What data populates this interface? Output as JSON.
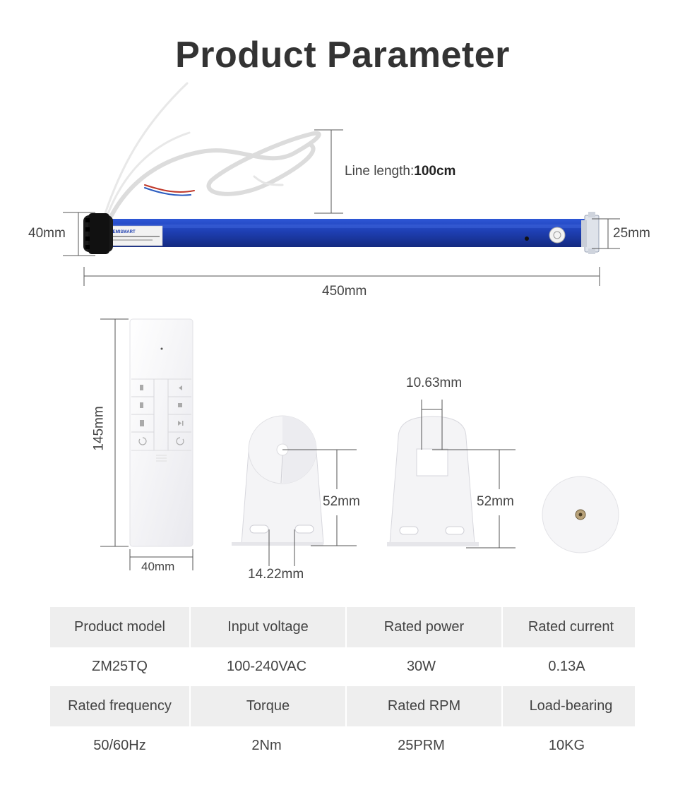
{
  "title": "Product Parameter",
  "dimensions": {
    "line_length_label": "Line length:",
    "line_length_value": "100cm",
    "motor_diameter": "40mm",
    "end_diameter": "25mm",
    "motor_length": "450mm",
    "remote_height": "145mm",
    "remote_width": "40mm",
    "bracket_hole_spacing": "14.22mm",
    "bracket1_height": "52mm",
    "bracket2_slot_width": "10.63mm",
    "bracket2_height": "52mm"
  },
  "motor_label_text": "ZEMISMART",
  "table": {
    "row1_headers": [
      "Product model",
      "Input voltage",
      "Rated power",
      "Rated current"
    ],
    "row1_values": [
      "ZM25TQ",
      "100-240VAC",
      "30W",
      "0.13A"
    ],
    "row2_headers": [
      "Rated frequency",
      "Torque",
      "Rated RPM",
      "Load-bearing"
    ],
    "row2_values": [
      "50/60Hz",
      "2Nm",
      "25PRM",
      "10KG"
    ]
  },
  "colors": {
    "motor_tube": "#1f3fb0",
    "header_bg": "#eeeeee",
    "text": "#444444"
  }
}
